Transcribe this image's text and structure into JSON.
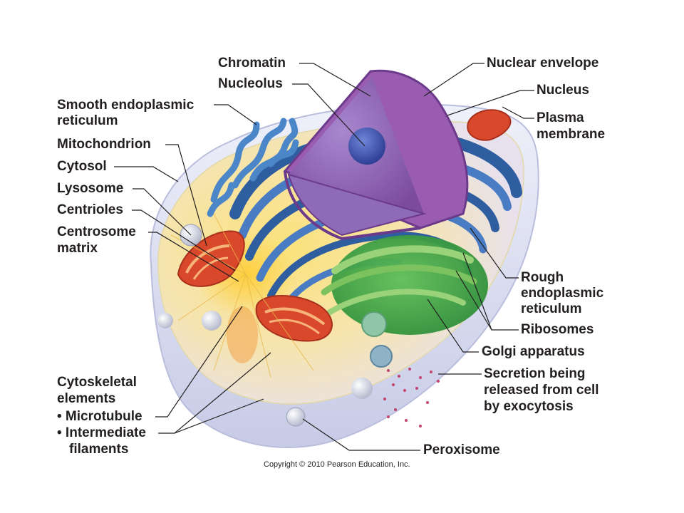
{
  "labels": {
    "chromatin": "Chromatin",
    "nucleolus": "Nucleolus",
    "smooth_er_1": "Smooth endoplasmic",
    "smooth_er_2": "reticulum",
    "mitochondrion": "Mitochondrion",
    "cytosol": "Cytosol",
    "lysosome": "Lysosome",
    "centrioles": "Centrioles",
    "centrosome_1": "Centrosome",
    "centrosome_2": "matrix",
    "cytoskeletal_1": "Cytoskeletal",
    "cytoskeletal_2": "elements",
    "microtubule": "• Microtubule",
    "intermediate_1": "• Intermediate",
    "intermediate_2": "filaments",
    "nuclear_envelope": "Nuclear envelope",
    "nucleus": "Nucleus",
    "plasma_1": "Plasma",
    "plasma_2": "membrane",
    "rough_er_1": "Rough",
    "rough_er_2": "endoplasmic",
    "rough_er_3": "reticulum",
    "ribosomes": "Ribosomes",
    "golgi": "Golgi apparatus",
    "secretion_1": "Secretion being",
    "secretion_2": "released from cell",
    "secretion_3": "by exocytosis",
    "peroxisome": "Peroxisome"
  },
  "copyright": "Copyright © 2010 Pearson Education, Inc.",
  "colors": {
    "label_text": "#231f20",
    "leader_line": "#231f20",
    "cytoplasm": "#f6e39a",
    "nucleus": "#8c5aa8",
    "rough_er": "#3f6fb0",
    "smooth_er": "#4a86c8",
    "golgi": "#3f9f48",
    "mitochondrion": "#d9482b",
    "membrane": "#d9dcef"
  }
}
